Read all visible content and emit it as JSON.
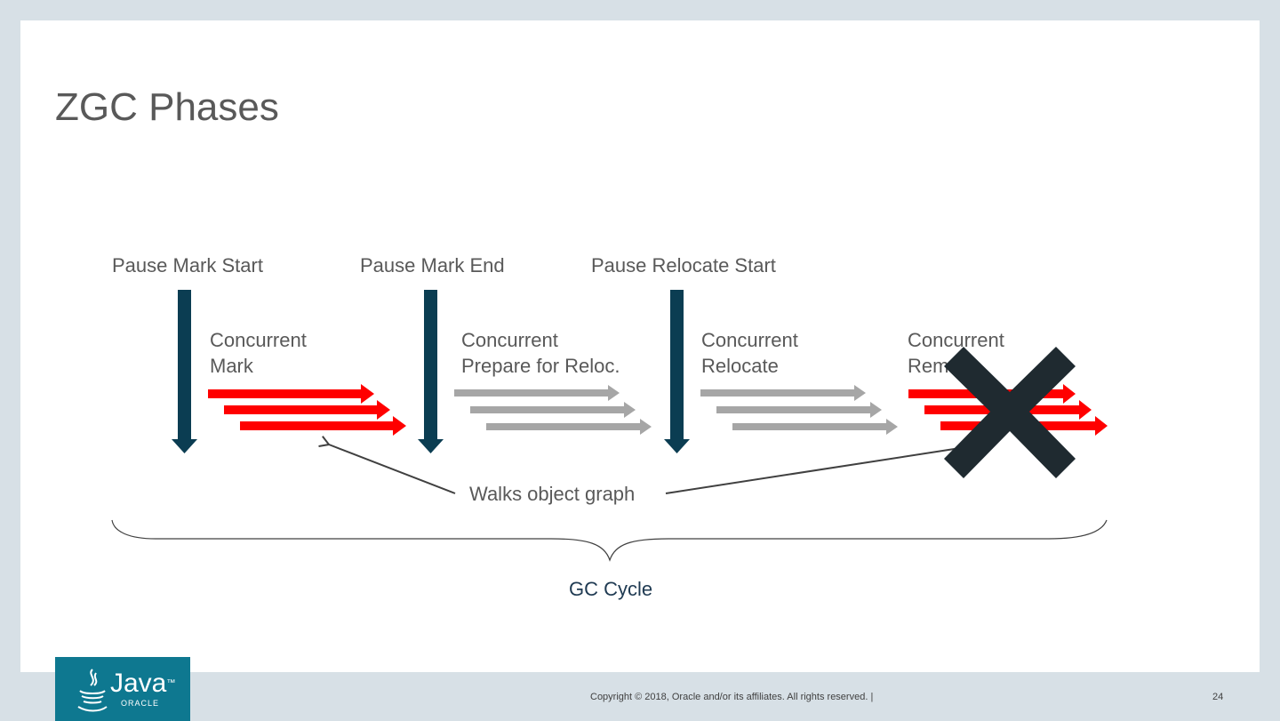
{
  "slide": {
    "title": "ZGC Phases",
    "pauses": [
      {
        "label": "Pause Mark Start"
      },
      {
        "label": "Pause Mark End"
      },
      {
        "label": "Pause Relocate Start"
      }
    ],
    "phases": [
      {
        "line1": "Concurrent",
        "line2": "Mark",
        "arrow_color": "#ff0000"
      },
      {
        "line1": "Concurrent",
        "line2": "Prepare for Reloc.",
        "arrow_color": "#a6a6a6"
      },
      {
        "line1": "Concurrent",
        "line2": "Relocate",
        "arrow_color": "#a6a6a6"
      },
      {
        "line1": "Concurrent",
        "line2": "Rem",
        "arrow_color": "#ff0000",
        "crossed_out": true
      }
    ],
    "annotation": "Walks object graph",
    "brace_label": "GC Cycle",
    "colors": {
      "pause_arrow": "#0b3d52",
      "cross": "#1f2a30"
    }
  },
  "footer": {
    "copyright": "Copyright © 2018, Oracle and/or its affiliates. All rights reserved.  |",
    "page_number": "24",
    "logo_text": "Java",
    "logo_trademark": "™",
    "logo_subtext": "ORACLE"
  }
}
